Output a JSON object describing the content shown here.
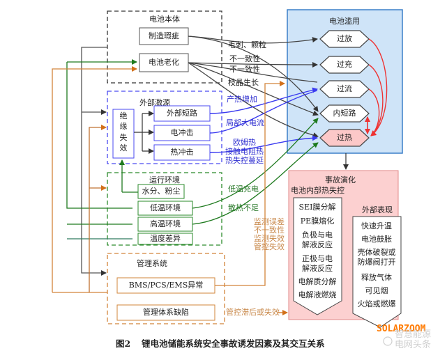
{
  "figure": {
    "caption_number": "图2",
    "caption_text": "锂电池储能系统安全事故诱发因素及其交互关系"
  },
  "watermark": {
    "brand": "SOLARZOOM",
    "sub1": "智慧能源",
    "sub2": "电网头条"
  },
  "colors": {
    "battery_body": "#333333",
    "external": "#3a3af0",
    "environment": "#2a8a2a",
    "management": "#d2843a",
    "abuse_bg": "#cfe4f8",
    "abuse_border": "#3a7fc8",
    "accident_bg": "#fcd0d0",
    "accident_border": "#e08a8a",
    "feedback": "#ee3333"
  },
  "groups": {
    "battery_body": {
      "title": "电池本体",
      "items": [
        "制造瑕疵",
        "电池老化"
      ]
    },
    "external": {
      "title": "外部激源",
      "source": [
        "绝",
        "缘",
        "失",
        "效"
      ],
      "items": [
        "外部短路",
        "电冲击",
        "热冲击"
      ]
    },
    "environment": {
      "title": "运行环境",
      "items": [
        "水分、粉尘",
        "低温环境",
        "高温环境",
        "温度差异"
      ]
    },
    "management": {
      "title": "管理系统",
      "items": [
        "BMS/PCS/EMS异常",
        "管理体系缺陷"
      ]
    },
    "abuse": {
      "title": "电池滥用",
      "items": [
        "过放",
        "过充",
        "过流",
        "内短路",
        "过热"
      ]
    },
    "accident": {
      "title": "事故演化",
      "internal_title": "电池内部热失控",
      "internal_items": [
        "SEI膜分解",
        "PE膜熔化",
        "负极与电",
        "解液反应",
        "正极与电",
        "解液反应",
        "电解质分解",
        "电解液燃烧"
      ],
      "external_title": "外部表现",
      "external_items": [
        "快速升温",
        "电池鼓胀",
        "壳体破裂或",
        "防爆阀打开",
        "释放气体",
        "可见烟",
        "火焰或燃爆"
      ]
    }
  },
  "edge_labels": {
    "body": [
      "毛刺、颗粒",
      "不一致性",
      "不一致性",
      "枝晶生长"
    ],
    "external": [
      "产热增加",
      "局部大电流",
      "欧姆热",
      "接触电阻热",
      "热失控蔓延"
    ],
    "environment": [
      "低温充电",
      "散热不足"
    ],
    "management": [
      "监测误差",
      "不一致性",
      "监测失效",
      "管控失效"
    ],
    "management_bottom": "管控滞后或失效"
  }
}
